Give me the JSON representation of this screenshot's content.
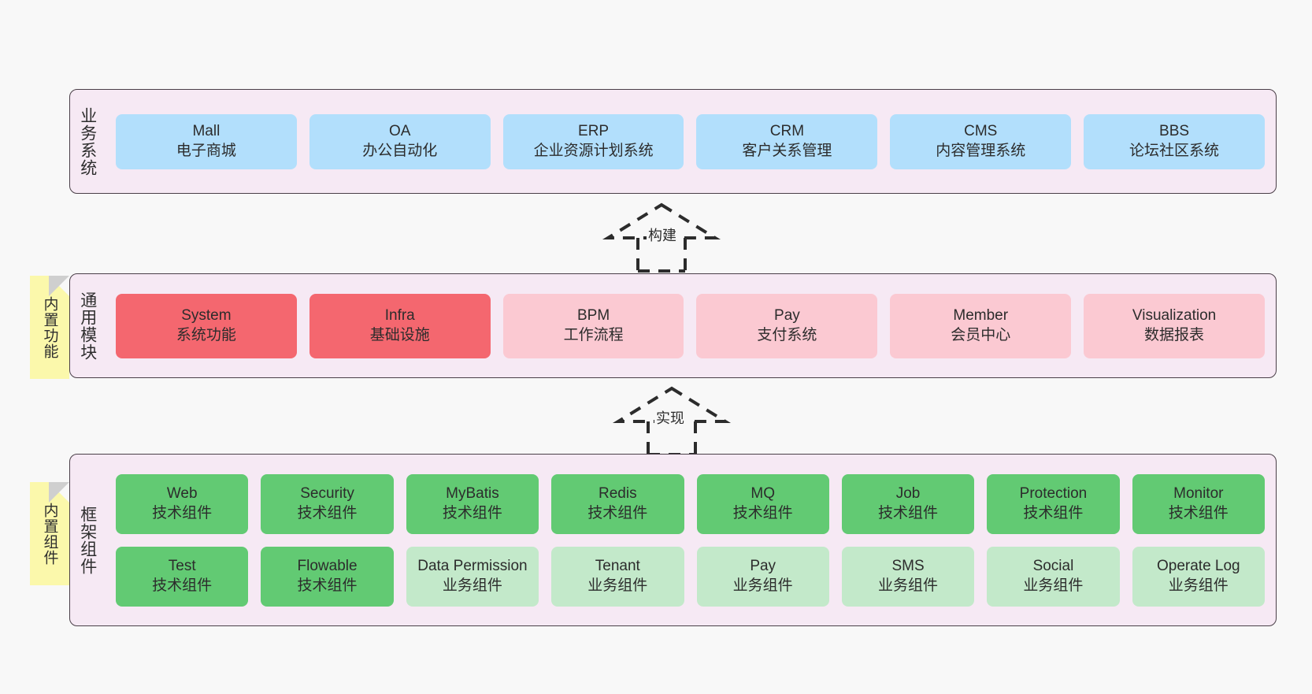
{
  "diagram": {
    "title": "Architecture layers diagram",
    "background_color": "#f8f8f8"
  },
  "colors": {
    "panel_bg": "#f6e9f4",
    "panel_border": "#4a3f48",
    "business_node": "#b2dffc",
    "common_core_node": "#f4676f",
    "common_node": "#fbc9d2",
    "tech_component_node": "#62ca73",
    "business_component_node": "#c3e9ca",
    "sticky_note": "#fbf8ab",
    "sticky_fold": "#cfcfcf"
  },
  "layers": [
    {
      "id": "business",
      "title": "业务系统",
      "rows": [
        {
          "nodes": [
            {
              "en": "Mall",
              "cn": "电子商城",
              "color": "c-blue"
            },
            {
              "en": "OA",
              "cn": "办公自动化",
              "color": "c-blue"
            },
            {
              "en": "ERP",
              "cn": "企业资源计划系统",
              "color": "c-blue"
            },
            {
              "en": "CRM",
              "cn": "客户关系管理",
              "color": "c-blue"
            },
            {
              "en": "CMS",
              "cn": "内容管理系统",
              "color": "c-blue"
            },
            {
              "en": "BBS",
              "cn": "论坛社区系统",
              "color": "c-blue"
            }
          ]
        }
      ]
    },
    {
      "id": "common",
      "title": "通用模块",
      "rows": [
        {
          "nodes": [
            {
              "en": "System",
              "cn": "系统功能",
              "color": "c-red"
            },
            {
              "en": "Infra",
              "cn": "基础设施",
              "color": "c-red"
            },
            {
              "en": "BPM",
              "cn": "工作流程",
              "color": "c-pink"
            },
            {
              "en": "Pay",
              "cn": "支付系统",
              "color": "c-pink"
            },
            {
              "en": "Member",
              "cn": "会员中心",
              "color": "c-pink"
            },
            {
              "en": "Visualization",
              "cn": "数据报表",
              "color": "c-pink"
            }
          ]
        }
      ]
    },
    {
      "id": "framework",
      "title": "框架组件",
      "rows": [
        {
          "nodes": [
            {
              "en": "Web",
              "cn": "技术组件",
              "color": "c-green"
            },
            {
              "en": "Security",
              "cn": "技术组件",
              "color": "c-green"
            },
            {
              "en": "MyBatis",
              "cn": "技术组件",
              "color": "c-green"
            },
            {
              "en": "Redis",
              "cn": "技术组件",
              "color": "c-green"
            },
            {
              "en": "MQ",
              "cn": "技术组件",
              "color": "c-green"
            },
            {
              "en": "Job",
              "cn": "技术组件",
              "color": "c-green"
            },
            {
              "en": "Protection",
              "cn": "技术组件",
              "color": "c-green"
            },
            {
              "en": "Monitor",
              "cn": "技术组件",
              "color": "c-green"
            }
          ]
        },
        {
          "nodes": [
            {
              "en": "Test",
              "cn": "技术组件",
              "color": "c-green"
            },
            {
              "en": "Flowable",
              "cn": "技术组件",
              "color": "c-green"
            },
            {
              "en": "Data Permission",
              "cn": "业务组件",
              "color": "c-lightgreen"
            },
            {
              "en": "Tenant",
              "cn": "业务组件",
              "color": "c-lightgreen"
            },
            {
              "en": "Pay",
              "cn": "业务组件",
              "color": "c-lightgreen"
            },
            {
              "en": "SMS",
              "cn": "业务组件",
              "color": "c-lightgreen"
            },
            {
              "en": "Social",
              "cn": "业务组件",
              "color": "c-lightgreen"
            },
            {
              "en": "Operate Log",
              "cn": "业务组件",
              "color": "c-lightgreen"
            }
          ]
        }
      ]
    }
  ],
  "sticky_notes": [
    {
      "id": "builtin-function",
      "label": "内置功能"
    },
    {
      "id": "builtin-component",
      "label": "内置组件"
    }
  ],
  "connectors": [
    {
      "id": "build",
      "label": "构建",
      "from": "common",
      "to": "business",
      "style": "dashed-hollow-triangle"
    },
    {
      "id": "realize",
      "label": "实现",
      "from": "framework",
      "to": "common",
      "style": "dashed-hollow-triangle"
    }
  ]
}
